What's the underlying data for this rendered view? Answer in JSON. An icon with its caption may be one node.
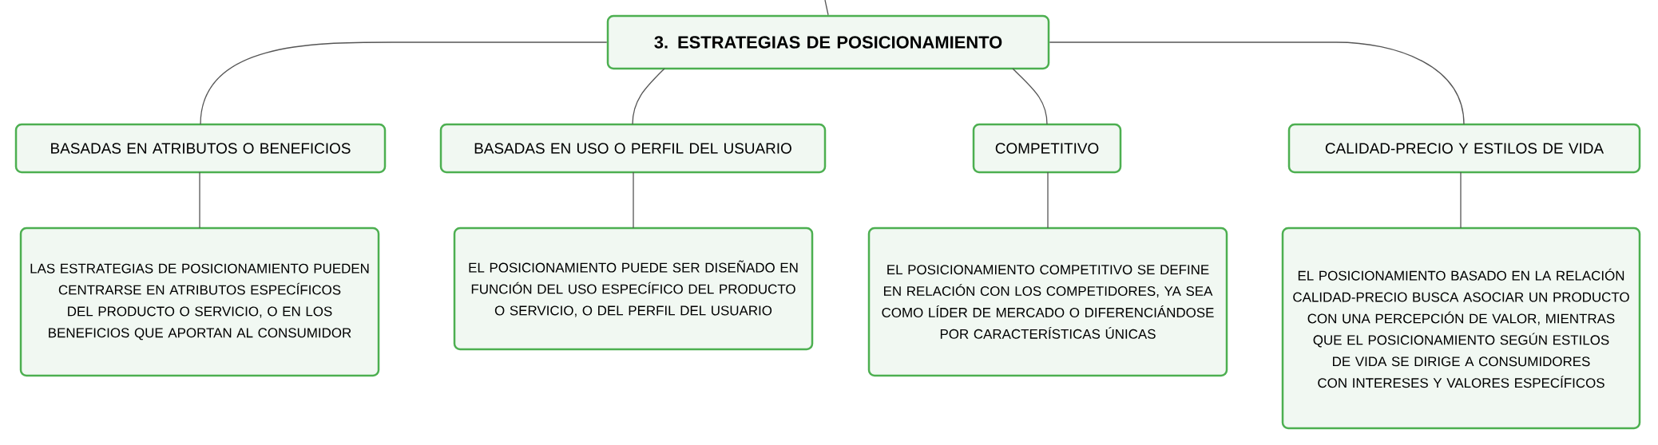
{
  "diagram": {
    "nodes": [
      {
        "text": [
          "3. ESTRATEGIAS DE POSICIONAMIENTO"
        ]
      },
      {
        "text": [
          "BASADAS EN ATRIBUTOS O BENEFICIOS"
        ]
      },
      {
        "text": [
          "BASADAS EN USO O PERFIL DEL USUARIO"
        ]
      },
      {
        "text": [
          "COMPETITIVO"
        ]
      },
      {
        "text": [
          "CALIDAD-PRECIO Y ESTILOS DE VIDA"
        ]
      },
      {
        "text": [
          "LAS ESTRATEGIAS DE POSICIONAMIENTO PUEDEN CENTRARSE EN ATRIBUTOS ESPECÍFICOS DEL PRODUCTO O SERVICIO, O EN LOS BENEFICIOS QUE APORTAN AL CONSUMIDOR"
        ]
      },
      {
        "text": [
          "EL POSICIONAMIENTO PUEDE SER DISEÑADO EN FUNCIÓN DEL USO ESPECÍFICO DEL PRODUCTO O SERVICIO, O DEL PERFIL DEL USUARIO"
        ]
      },
      {
        "text": [
          "EL POSICIONAMIENTO COMPETITIVO SE DEFINE EN RELACIÓN CON LOS COMPETIDORES, YA SEA COMO LÍDER DE MERCADO O DIFERENCIÁNDOSE POR CARACTERÍSTICAS ÚNICAS"
        ]
      },
      {
        "text": [
          "EL POSICIONAMIENTO BASADO EN LA RELACIÓN CALIDAD-PRECIO BUSCA ASOCIAR UN PRODUCTO CON UNA PERCEPCIÓN DE VALOR, MIENTRAS QUE EL POSICIONAMIENTO SEGÚN ESTILOS DE VIDA SE DIRIGE A CONSUMIDORES CON INTERESES Y VALORES ESPECÍFICOS"
        ]
      }
    ],
    "edges": [
      {
        "from": null,
        "to": 0,
        "arrow": "none"
      },
      {
        "from": 0,
        "to": 1,
        "arrow": "none"
      },
      {
        "from": 0,
        "to": 2,
        "arrow": "none"
      },
      {
        "from": 0,
        "to": 3,
        "arrow": "none"
      },
      {
        "from": 0,
        "to": 4,
        "arrow": "none"
      },
      {
        "from": 1,
        "to": 5,
        "arrow": "none"
      },
      {
        "from": 2,
        "to": 6,
        "arrow": "none"
      },
      {
        "from": 3,
        "to": 7,
        "arrow": "none"
      },
      {
        "from": 4,
        "to": 8,
        "arrow": "none"
      }
    ]
  }
}
